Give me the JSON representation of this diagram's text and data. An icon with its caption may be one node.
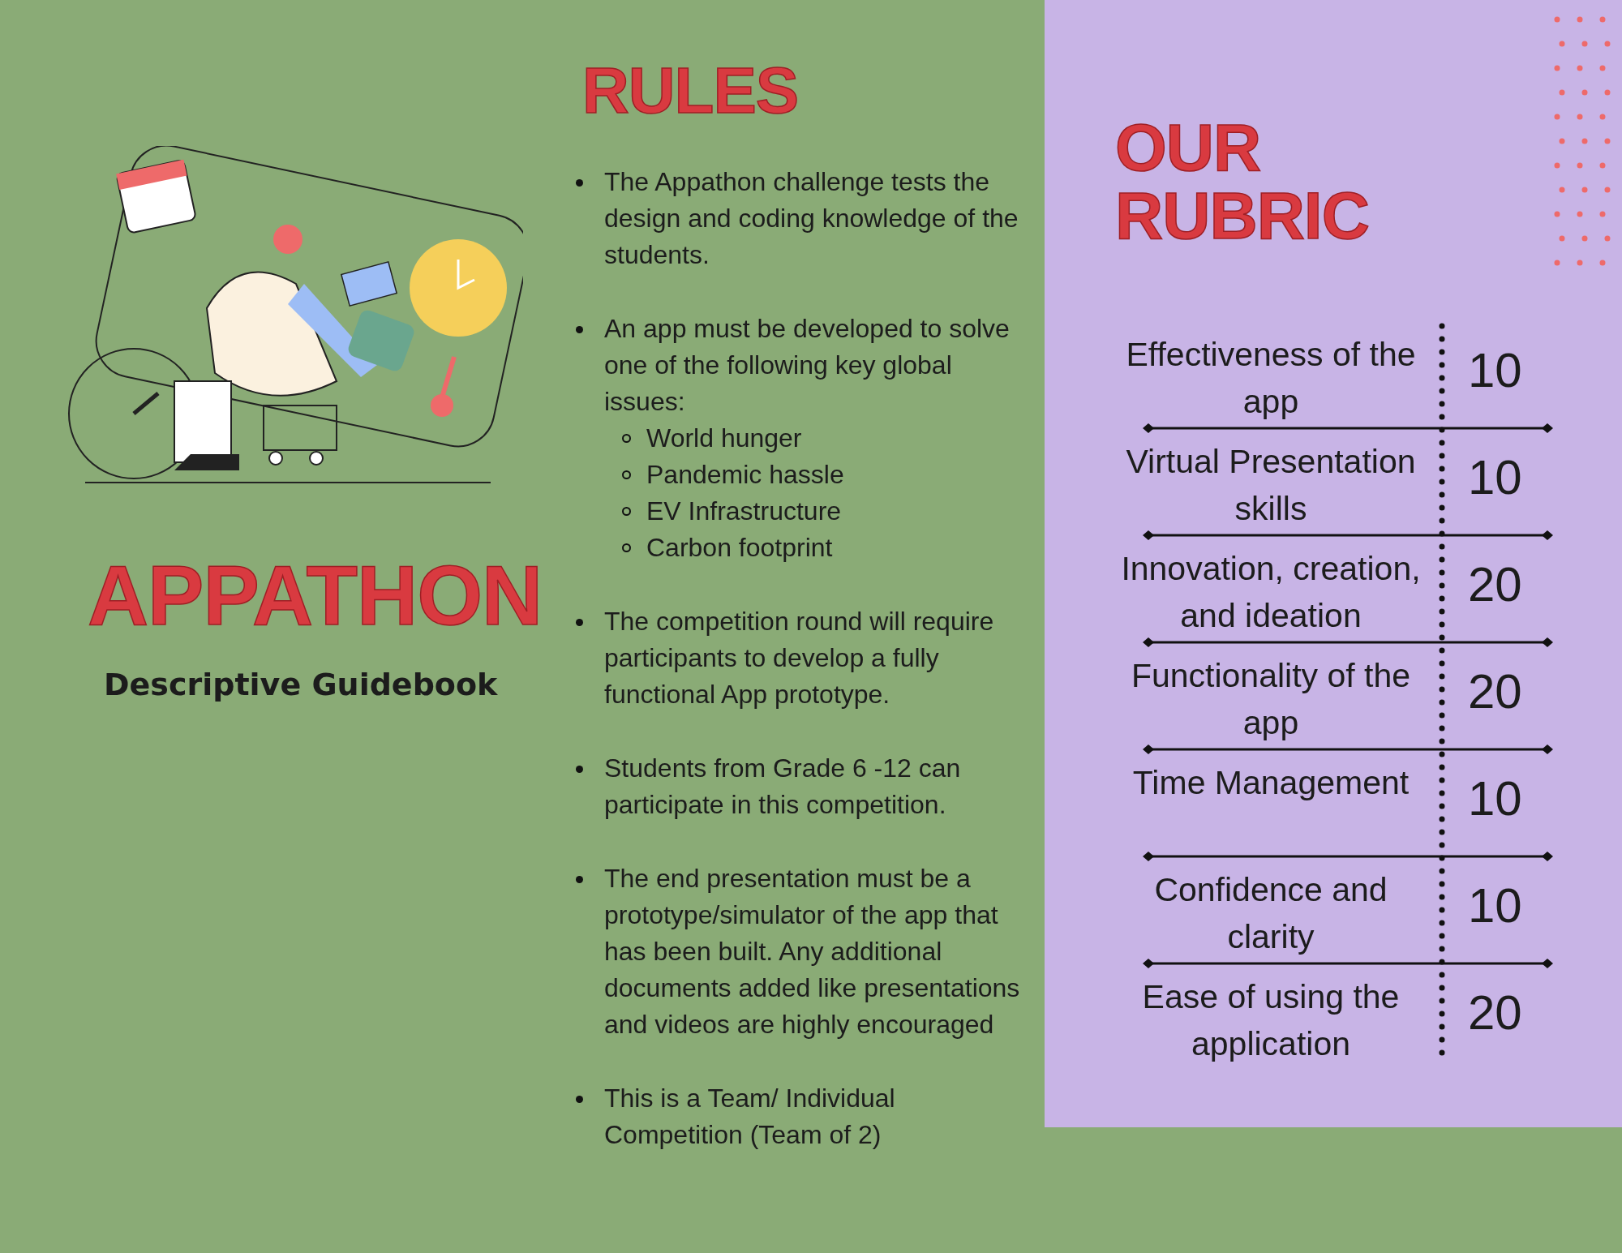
{
  "diagram": {
    "title": "APPATHON",
    "labels": [
      "Descriptive Guidebook",
      "RULES",
      "The Appathon challenge tests the design and coding knowledge of the students.",
      "An app must be developed to solve one of the following key global issues:",
      "World hunger",
      "Pandemic hassle",
      "EV Infrastructure",
      "Carbon footprint",
      "The competition round will require participants to develop a fully functional App prototype.",
      "Students from Grade 6 -12 can participate in this competition.",
      "The end presentation must be a prototype/simulator of the app that has been built. Any additional documents added like presentations and videos are highly encouraged",
      "This is a Team/ Individual Competition (Team of 2)",
      "OUR RUBRIC",
      "Effectiveness of the app",
      "10",
      "Virtual Presentation skills",
      "10",
      "Innovation, creation, and ideation",
      "20",
      "Functionality of the app",
      "20",
      "Time Management",
      "10",
      "Confidence and clarity",
      "10",
      "Ease of using the application",
      "20"
    ]
  }
}
